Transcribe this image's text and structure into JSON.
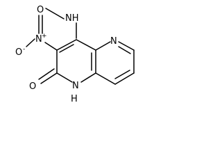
{
  "molecule": {
    "atoms": {
      "amine": "NH",
      "nitro_n": "N",
      "nitro_n_charge": "+",
      "nitro_o_minus": "O",
      "nitro_o_minus_charge": "-",
      "nitro_o": "O",
      "ring_n": "N",
      "carbonyl_o": "O",
      "ring_nh_n": "N",
      "ring_nh_h": "H"
    },
    "colors": {
      "bond": "#000000",
      "text": "#000000",
      "background": "#ffffff"
    }
  }
}
